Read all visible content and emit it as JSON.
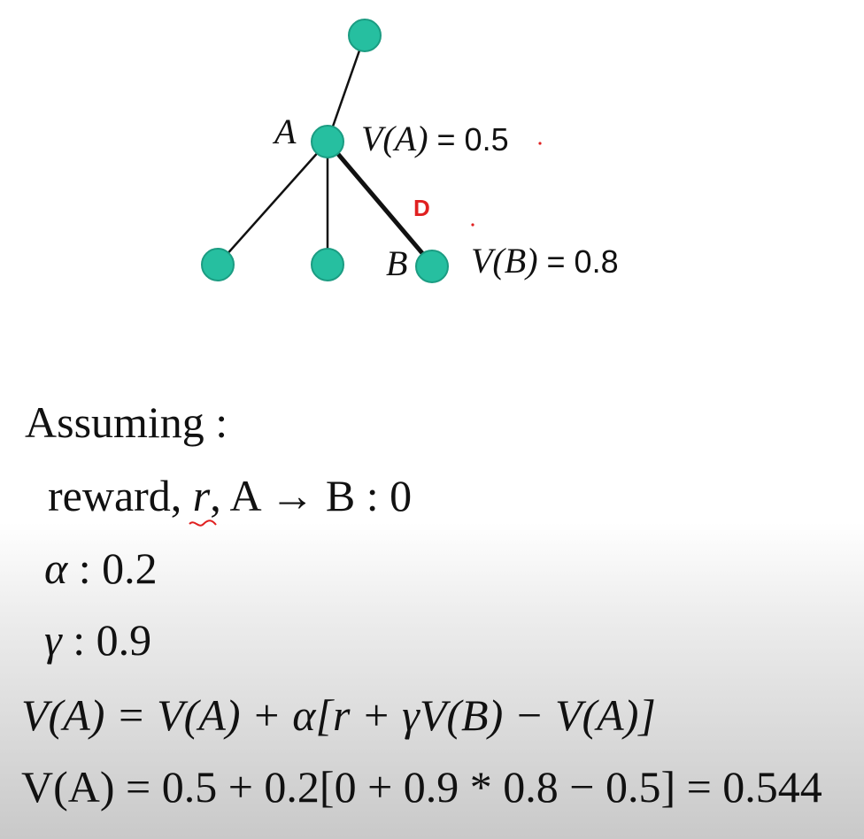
{
  "tree": {
    "node_a_label": "A",
    "node_b_label": "B",
    "value_a": {
      "name": "V(A)",
      "equals": " = 0.5"
    },
    "value_b": {
      "name": "V(B)",
      "equals": " = 0.8"
    },
    "annotation": "D",
    "node_color": "#26bfa0",
    "node_stroke": "#1b9c82",
    "annotation_color": "#e02020"
  },
  "assumptions": {
    "heading": "Assuming :",
    "reward": {
      "prefix": "reward, ",
      "r": "r",
      "mid": ", A ",
      "arrow": "→",
      "suffix": " B : 0"
    },
    "alpha": {
      "symbol": "α",
      "value": " : 0.2"
    },
    "gamma": {
      "symbol": "γ",
      "value": " : 0.9"
    }
  },
  "equations": {
    "update_rule": "V(A) = V(A) + α[r + γV(B) − V(A)]",
    "computed": "V(A) = 0.5 + 0.2[0 + 0.9 * 0.8 − 0.5] = 0.544"
  }
}
